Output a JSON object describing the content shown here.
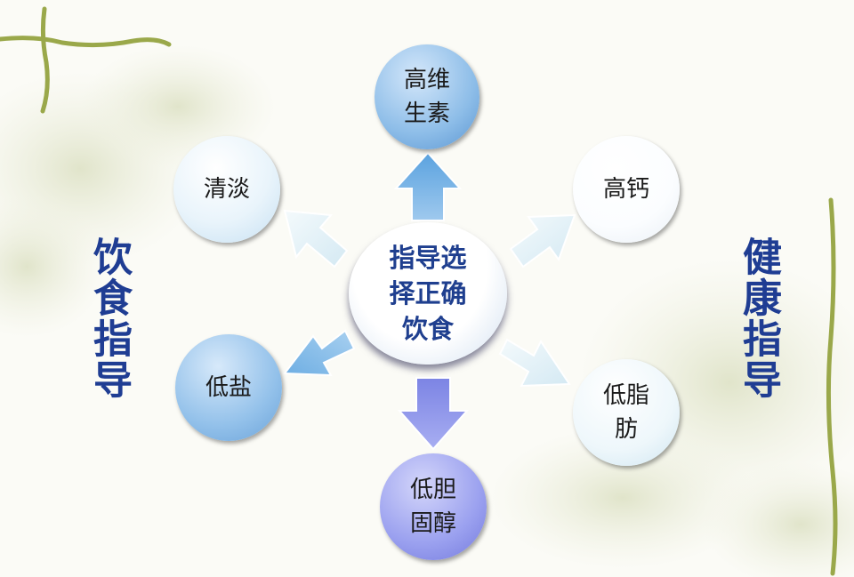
{
  "center": {
    "text": "指导选\n择正确\n饮食"
  },
  "nodes": {
    "top": "高维\n生素",
    "upper_left": "清淡",
    "upper_right": "高钙",
    "lower_left": "低盐",
    "lower_right": "低脂\n肪",
    "bottom": "低胆\n固醇"
  },
  "side_titles": {
    "left": "饮食指导",
    "right": "健康指导"
  },
  "colors": {
    "title_blue": "#1f3d93",
    "vine_green": "#9aa84a",
    "arrow_blue": "#6aaee0",
    "arrow_purple": "#8f95ea",
    "arrow_pale": "#e3f0f6"
  }
}
